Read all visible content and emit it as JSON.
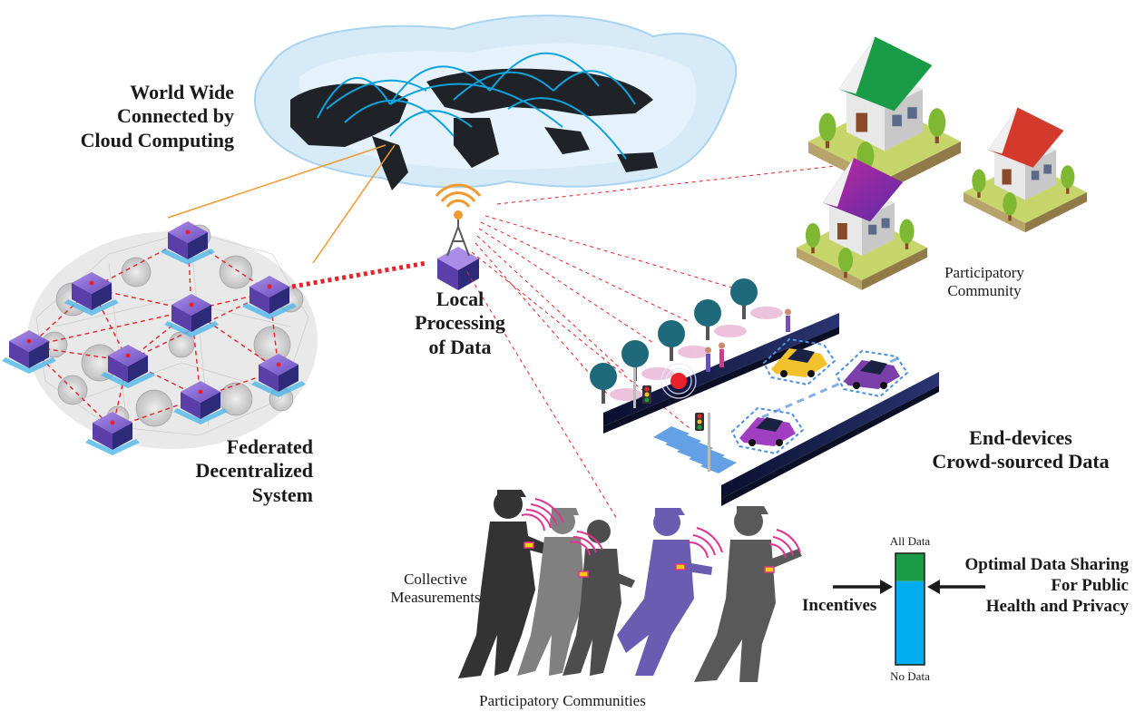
{
  "labels": {
    "cloud": [
      "World Wide",
      "Connected by",
      "Cloud Computing"
    ],
    "local": [
      "Local",
      "Processing",
      "of Data"
    ],
    "federated": [
      "Federated",
      "Decentralized",
      "System"
    ],
    "participatory_community": [
      "Participatory",
      "Community"
    ],
    "end_devices": [
      "End-devices",
      "Crowd-sourced Data"
    ],
    "collective": [
      "Collective",
      "Measurements"
    ],
    "communities": "Participatory Communities",
    "incentives": "Incentives",
    "optimal": [
      "Optimal Data Sharing",
      "For Public",
      "Health and Privacy"
    ]
  },
  "gauge": {
    "top_label": "All Data",
    "bottom_label": "No Data",
    "shared_fraction": 0.25,
    "shared_color": "#1a9b48",
    "private_color": "#00aeef"
  },
  "colors": {
    "node": "#6a4fb5",
    "dashed_link": "#e8212a",
    "cloud_link": "#f29a2e",
    "world_arc": "#0fa3dc",
    "cloud": "#cfe6f7",
    "street": "#151d44",
    "signal": "#e0338f"
  },
  "house_roofs": [
    "#1a9b48",
    "#d33a2c",
    "#8e2aa6"
  ],
  "icons": [
    "cloud-icon",
    "world-map-icon",
    "node-icon",
    "antenna-tower-icon",
    "house-icon",
    "tree-icon",
    "car-icon",
    "traffic-light-icon",
    "pedestrian-silhouette-icon",
    "smartphone-signal-icon"
  ]
}
